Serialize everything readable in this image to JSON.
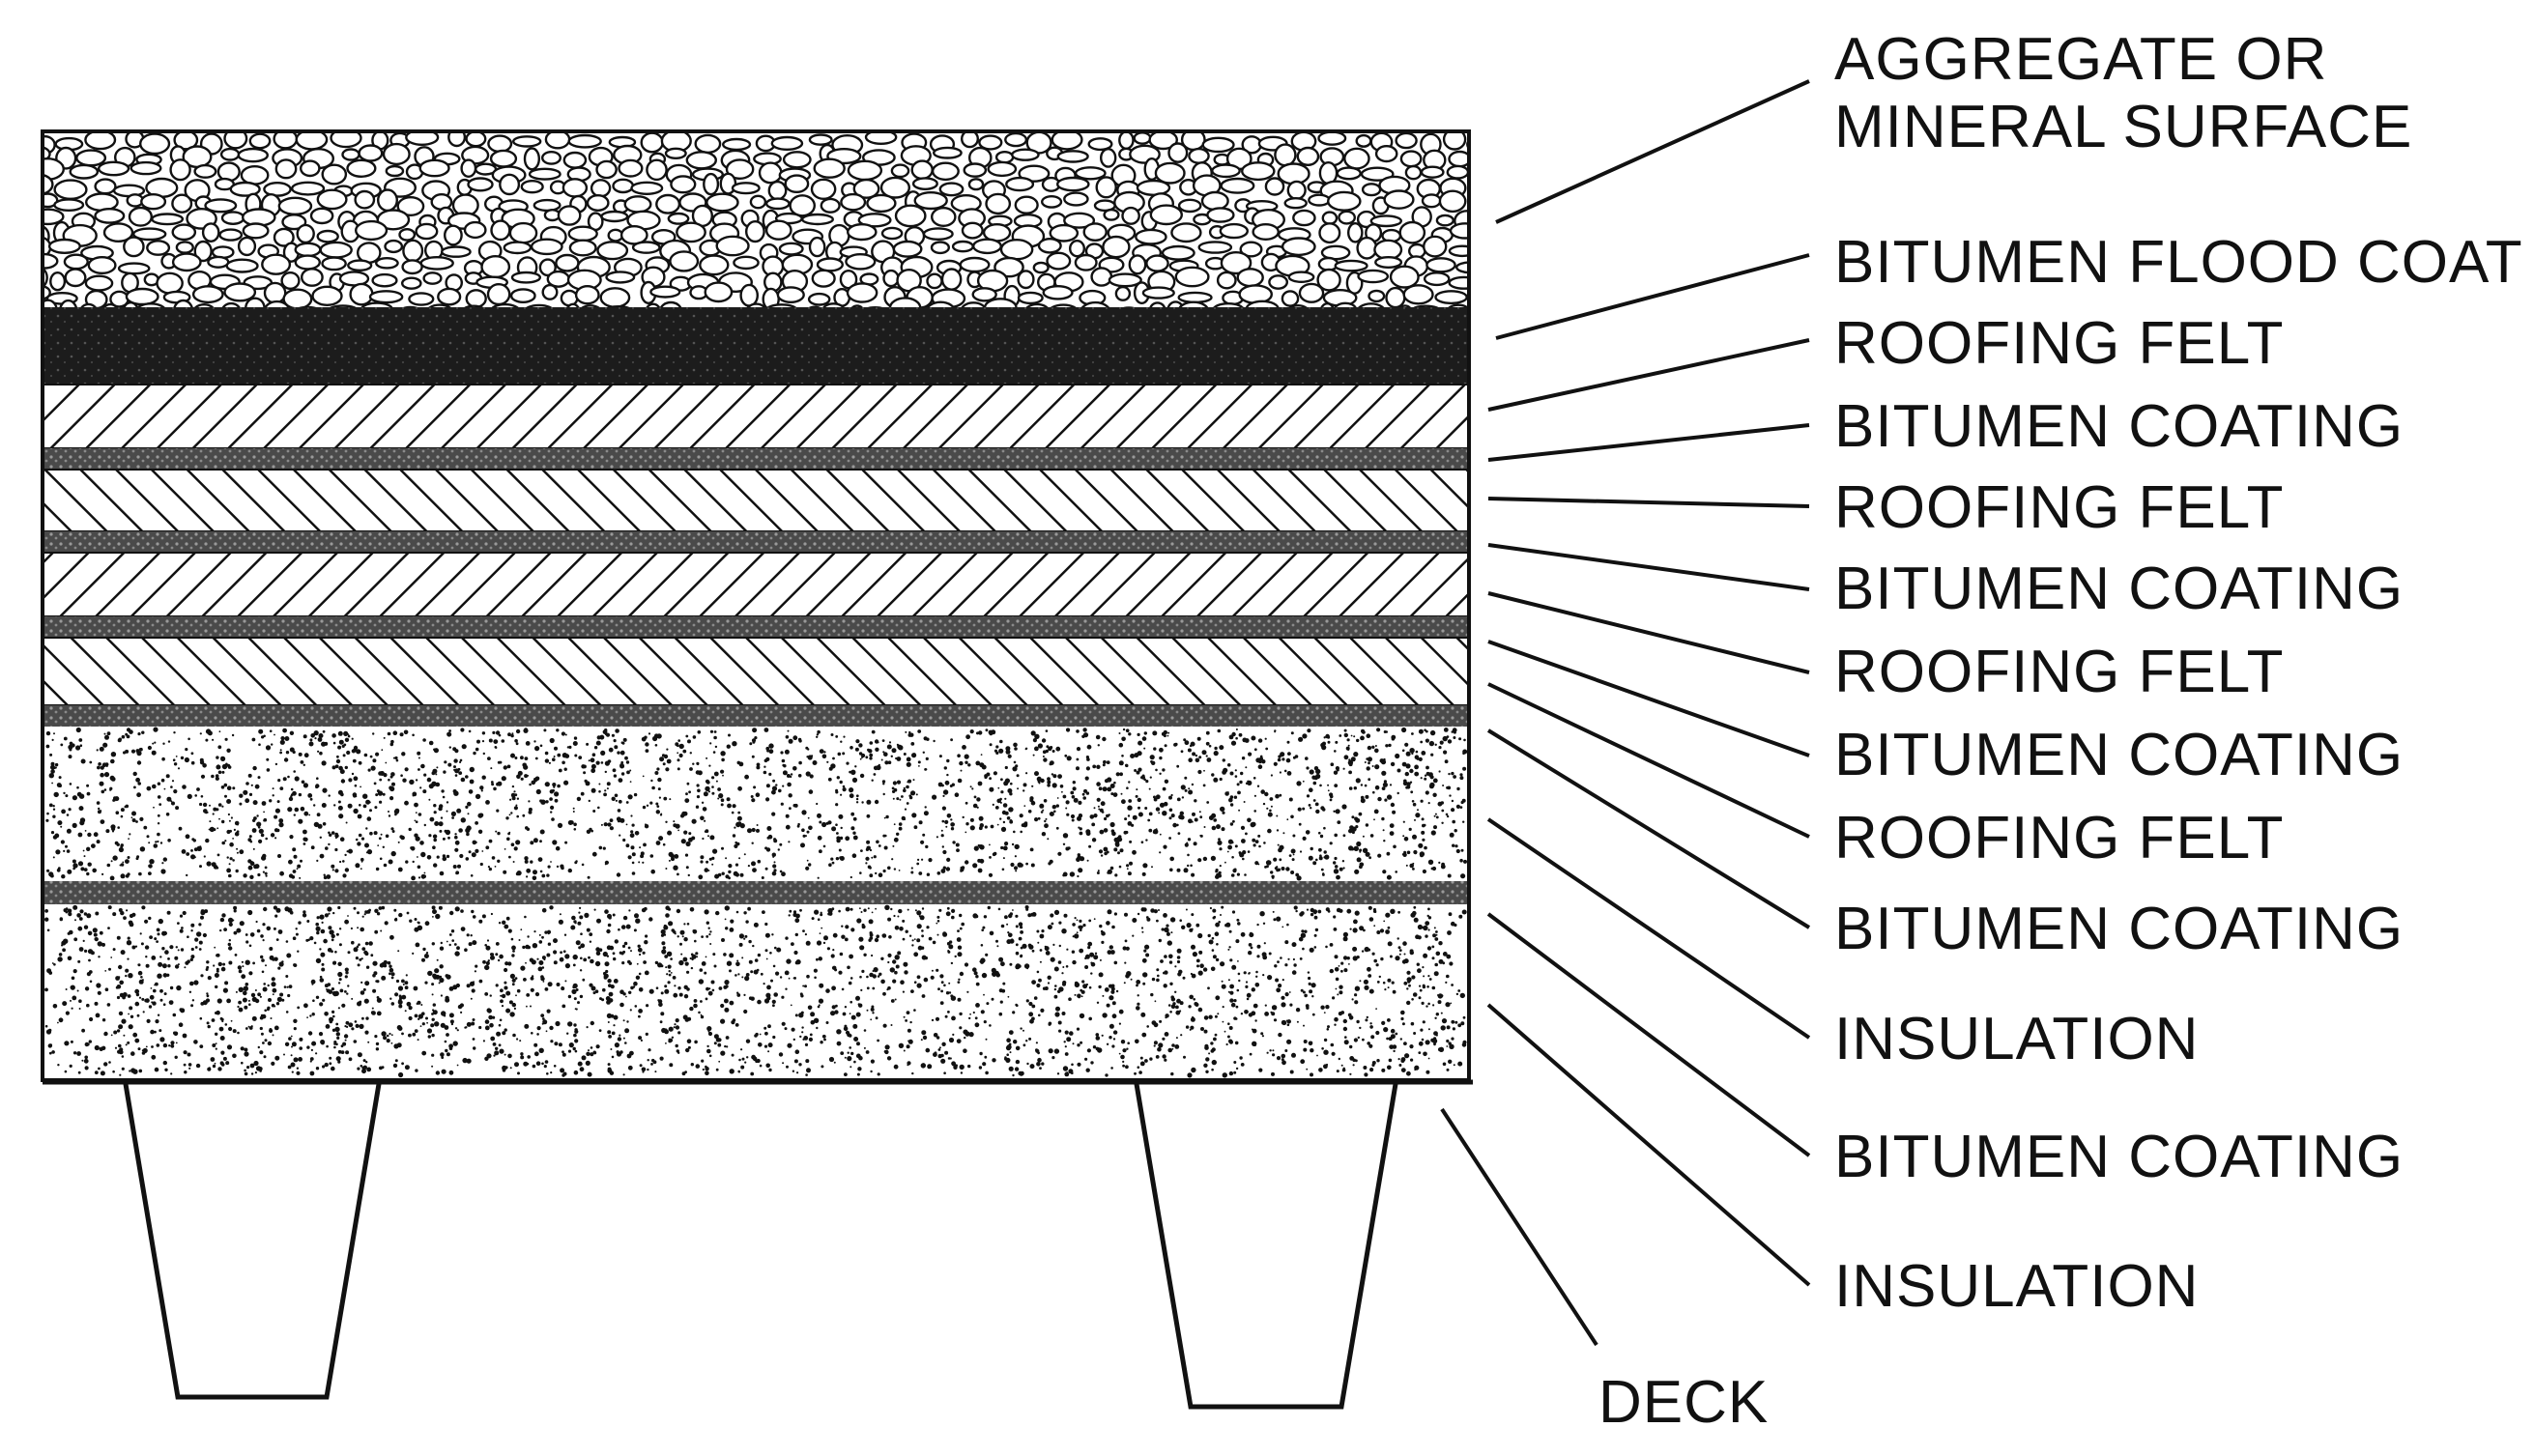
{
  "labels": {
    "aggregate_line1": "AGGREGATE OR",
    "aggregate_line2": "MINERAL SURFACE",
    "flood_coat": "BITUMEN FLOOD COAT",
    "felt_1": "ROOFING FELT",
    "coating_1": "BITUMEN COATING",
    "felt_2": "ROOFING FELT",
    "coating_2": "BITUMEN COATING",
    "felt_3": "ROOFING FELT",
    "coating_3": "BITUMEN COATING",
    "felt_4": "ROOFING FELT",
    "coating_4": "BITUMEN COATING",
    "insulation_1": "INSULATION",
    "coating_5": "BITUMEN COATING",
    "insulation_2": "INSULATION",
    "deck": "DECK"
  },
  "colors": {
    "ink": "#111111",
    "paper": "#ffffff",
    "bitumen_dark": "#1c1c1c",
    "coating_gray": "#555555"
  }
}
